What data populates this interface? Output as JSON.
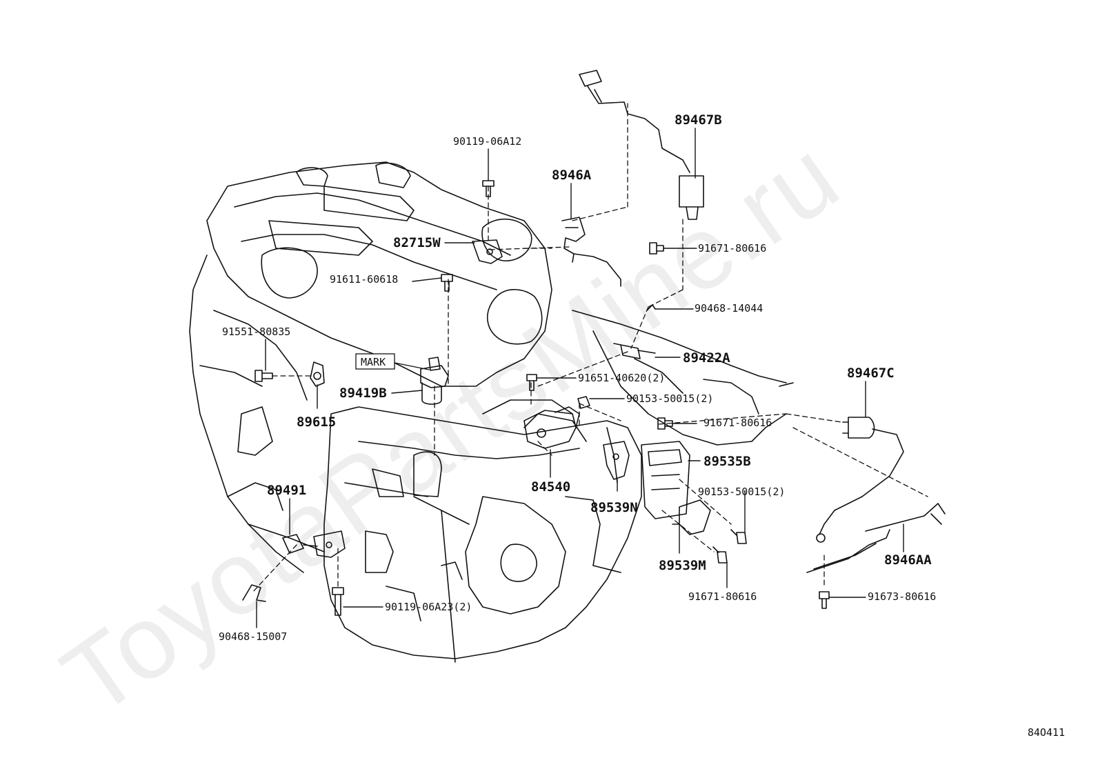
{
  "watermark": "ToyotaPartsMine.ru",
  "diagram_code": "84O411",
  "mark_label": "MARK",
  "parts": {
    "p89467B": "89467B",
    "p90119_06A12": "90119-06A12",
    "p8946A": "8946A",
    "p82715W": "82715W",
    "p91671_80616_top": "91671-80616",
    "p91611_60618": "91611-60618",
    "p90468_14044": "90468-14044",
    "p91551_80835": "91551-80835",
    "p89422A": "89422A",
    "p89467C": "89467C",
    "p91651_40620": "91651-40620(2)",
    "p89419B": "89419B",
    "p90153_50015_a": "90153-50015(2)",
    "p89615": "89615",
    "p91671_80616_mid": "91671-80616",
    "p89535B": "89535B",
    "p84540": "84540",
    "p89491": "89491",
    "p90153_50015_b": "90153-50015(2)",
    "p89539N": "89539N",
    "p8946AA": "8946AA",
    "p89539M": "89539M",
    "p90119_06A23": "90119-06A23(2)",
    "p91671_80616_bot": "91671-80616",
    "p91673_80616": "91673-80616",
    "p90468_15007": "90468-15007"
  }
}
